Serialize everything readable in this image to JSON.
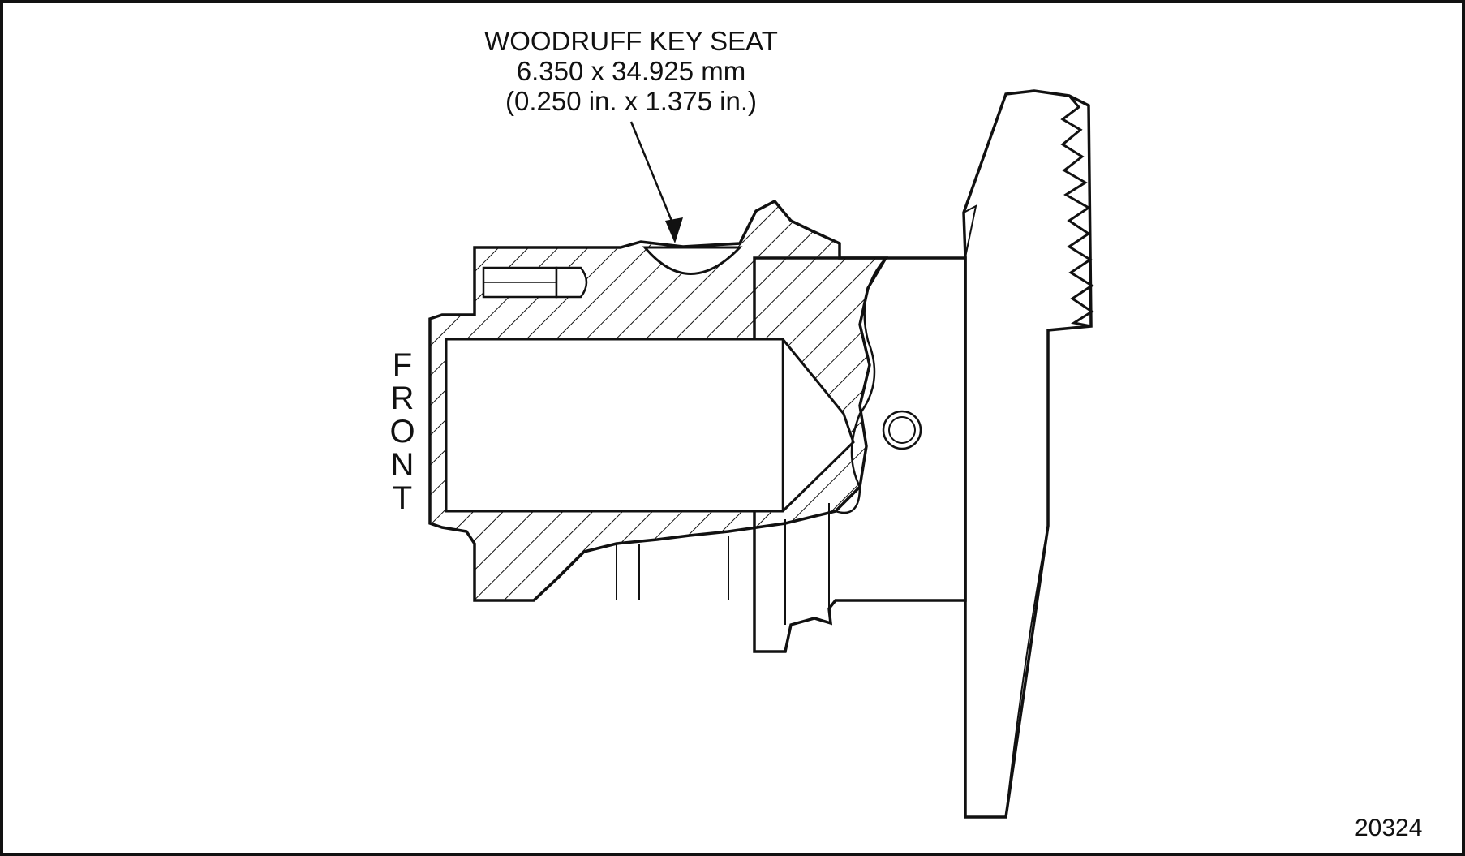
{
  "callout": {
    "line1": "WOODRUFF KEY SEAT",
    "line2": "6.350 x 34.925 mm",
    "line3": "(0.250 in. x 1.375 in.)"
  },
  "front_label": [
    "F",
    "R",
    "O",
    "N",
    "T"
  ],
  "figure_number": "20324"
}
